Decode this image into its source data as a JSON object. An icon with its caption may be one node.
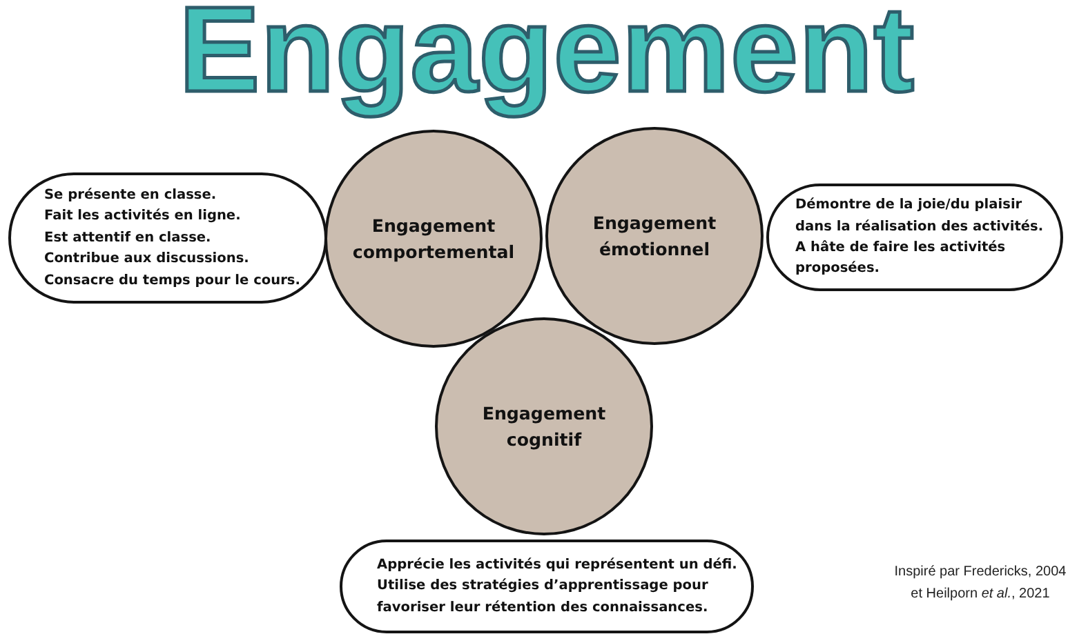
{
  "diagram": {
    "title": "Engagement",
    "nodes": [
      {
        "text": [
          "Se présente en classe.",
          "Fait les activités en ligne.",
          "Est attentif en classe.",
          "Contribue aux discussions.",
          "Consacre du temps pour le cours."
        ]
      },
      {
        "text": [
          "Engagement comportemental"
        ]
      },
      {
        "text": [
          "Engagement émotionnel"
        ]
      },
      {
        "text": [
          "Démontre de la joie/du plaisir dans la réalisation des activités.",
          "A hâte de faire les activités proposées."
        ]
      },
      {
        "text": [
          "Engagement cognitif"
        ]
      },
      {
        "text": [
          "Apprécie les activités qui représentent un défi.",
          "Utilise des stratégies d’apprentissage pour favoriser leur rétention des connaissances."
        ]
      }
    ],
    "labels": [
      "Inspiré par Fredericks, 2004 et Heilporn *et al.*, 2021"
    ]
  }
}
